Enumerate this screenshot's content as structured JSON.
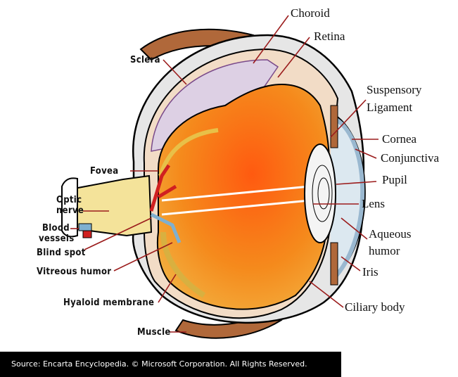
{
  "diagram": {
    "labels": {
      "choroid": "Choroid",
      "retina": "Retina",
      "sclera": "Sclera",
      "suspensory_ligament_1": "Suspensory",
      "suspensory_ligament_2": "Ligament",
      "cornea": "Cornea",
      "conjunctiva": "Conjunctiva",
      "pupil": "Pupil",
      "lens": "Lens",
      "aqueous_humor_1": "Aqueous",
      "aqueous_humor_2": "humor",
      "iris": "Iris",
      "ciliary_body": "Ciliary body",
      "fovea": "Fovea",
      "optic_nerve_1": "Optic",
      "optic_nerve_2": "nerve",
      "blood_vessels_1": "Blood",
      "blood_vessels_2": "vessels",
      "blind_spot": "Blind spot",
      "vitreous_humor": "Vitreous humor",
      "hyaloid_membrane": "Hyaloid membrane",
      "muscle": "Muscle"
    },
    "caption": "Source: Encarta Encyclopedia. © Microsoft Corporation. All Rights Reserved."
  },
  "colors": {
    "leader": "#9b1c1c",
    "vitreous": "#f07a10",
    "sclera": "#e8e8e8",
    "lens": "#f4f4f4"
  }
}
